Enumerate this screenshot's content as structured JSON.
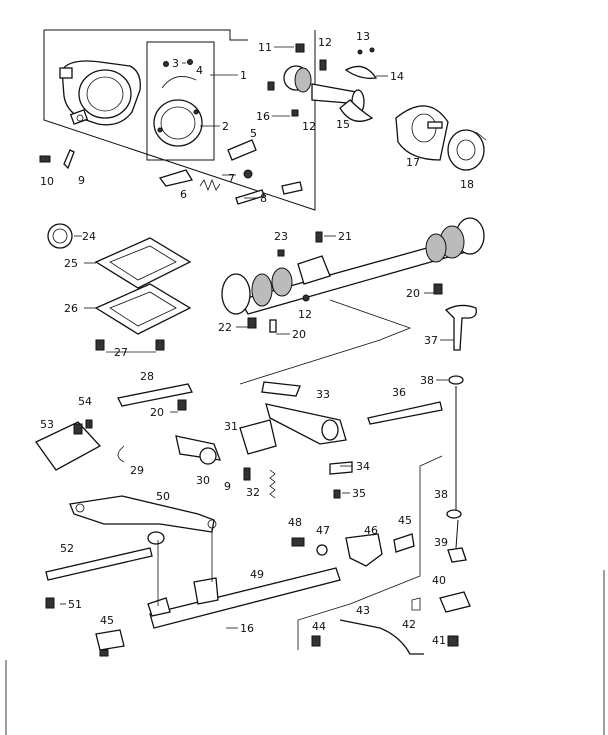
{
  "callouts": [
    {
      "id": "c1",
      "text": "1"
    },
    {
      "id": "c2",
      "text": "2"
    },
    {
      "id": "c3",
      "text": "3"
    },
    {
      "id": "c4",
      "text": "4"
    },
    {
      "id": "c5",
      "text": "5"
    },
    {
      "id": "c6",
      "text": "6"
    },
    {
      "id": "c7",
      "text": "7"
    },
    {
      "id": "c8",
      "text": "8"
    },
    {
      "id": "c9a",
      "text": "9"
    },
    {
      "id": "c10",
      "text": "10"
    },
    {
      "id": "c11",
      "text": "11"
    },
    {
      "id": "c12a",
      "text": "12"
    },
    {
      "id": "c12b",
      "text": "12"
    },
    {
      "id": "c13",
      "text": "13"
    },
    {
      "id": "c14",
      "text": "14"
    },
    {
      "id": "c15",
      "text": "15"
    },
    {
      "id": "c16a",
      "text": "16"
    },
    {
      "id": "c17",
      "text": "17"
    },
    {
      "id": "c18",
      "text": "18"
    },
    {
      "id": "c20a",
      "text": "20"
    },
    {
      "id": "c21",
      "text": "21"
    },
    {
      "id": "c22",
      "text": "22"
    },
    {
      "id": "c20b",
      "text": "20"
    },
    {
      "id": "c23",
      "text": "23"
    },
    {
      "id": "c24",
      "text": "24"
    },
    {
      "id": "c25",
      "text": "25"
    },
    {
      "id": "c26",
      "text": "26"
    },
    {
      "id": "c27",
      "text": "27"
    },
    {
      "id": "c12c",
      "text": "12"
    },
    {
      "id": "c37",
      "text": "37"
    },
    {
      "id": "c28",
      "text": "28"
    },
    {
      "id": "c20c",
      "text": "20"
    },
    {
      "id": "c33",
      "text": "33"
    },
    {
      "id": "c36",
      "text": "36"
    },
    {
      "id": "c38a",
      "text": "38"
    },
    {
      "id": "c54",
      "text": "54"
    },
    {
      "id": "c53",
      "text": "53"
    },
    {
      "id": "c31",
      "text": "31"
    },
    {
      "id": "c29",
      "text": "29"
    },
    {
      "id": "c30",
      "text": "30"
    },
    {
      "id": "c9b",
      "text": "9"
    },
    {
      "id": "c32",
      "text": "32"
    },
    {
      "id": "c34",
      "text": "34"
    },
    {
      "id": "c35",
      "text": "35"
    },
    {
      "id": "c50",
      "text": "50"
    },
    {
      "id": "c38b",
      "text": "38"
    },
    {
      "id": "c48",
      "text": "48"
    },
    {
      "id": "c47",
      "text": "47"
    },
    {
      "id": "c46",
      "text": "46"
    },
    {
      "id": "c45a",
      "text": "45"
    },
    {
      "id": "c39",
      "text": "39"
    },
    {
      "id": "c52",
      "text": "52"
    },
    {
      "id": "c49",
      "text": "49"
    },
    {
      "id": "c40",
      "text": "40"
    },
    {
      "id": "c51",
      "text": "51"
    },
    {
      "id": "c43",
      "text": "43"
    },
    {
      "id": "c42",
      "text": "42"
    },
    {
      "id": "c45b",
      "text": "45"
    },
    {
      "id": "c16b",
      "text": "16"
    },
    {
      "id": "c44",
      "text": "44"
    },
    {
      "id": "c41",
      "text": "41"
    }
  ]
}
